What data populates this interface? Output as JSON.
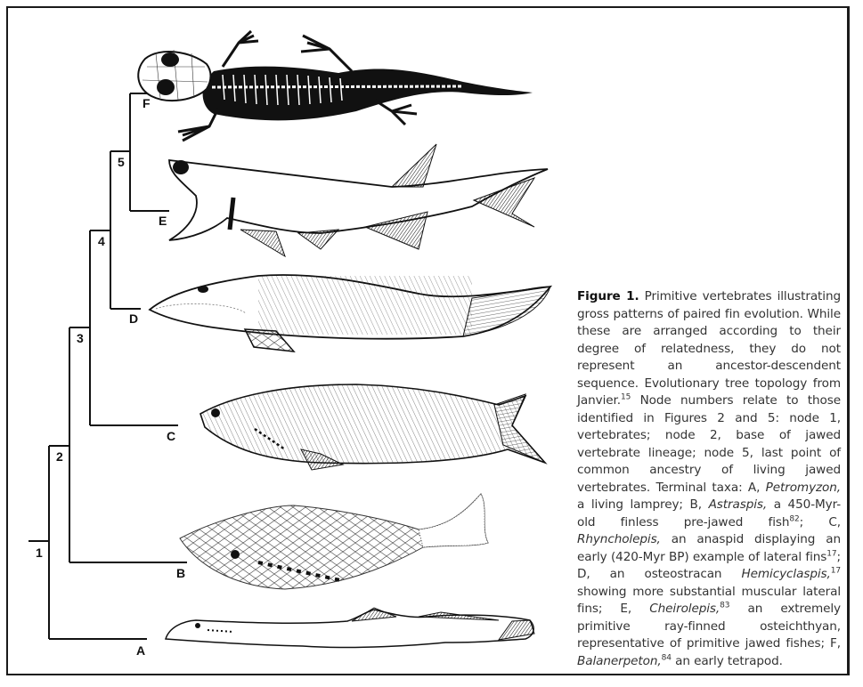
{
  "figure": {
    "label": "Figure 1.",
    "caption_parts": [
      {
        "t": "text",
        "v": " Primitive vertebrates illustrating gross patterns of paired fin evolution. While these are arranged according to their degree of relatedness, they do not represent an ancestor-descendent sequence. Evolutionary tree topology from Janvier."
      },
      {
        "t": "sup",
        "v": "15"
      },
      {
        "t": "text",
        "v": " Node numbers relate to those identified in Figures 2 and 5: node 1, vertebrates; node 2, base of jawed vertebrate lineage; node 5, last point of common ancestry of living jawed vertebrates. Terminal taxa: A, "
      },
      {
        "t": "i",
        "v": "Petromyzon,"
      },
      {
        "t": "text",
        "v": " a living lamprey; B, "
      },
      {
        "t": "i",
        "v": "Astraspis,"
      },
      {
        "t": "text",
        "v": " a 450-Myr-old finless pre-jawed fish"
      },
      {
        "t": "sup",
        "v": "82"
      },
      {
        "t": "text",
        "v": "; C, "
      },
      {
        "t": "i",
        "v": "Rhyncholepis,"
      },
      {
        "t": "text",
        "v": " an anaspid displaying an early (420-Myr BP) example of lateral fins"
      },
      {
        "t": "sup",
        "v": "17"
      },
      {
        "t": "text",
        "v": "; D, an osteostracan "
      },
      {
        "t": "i",
        "v": "Hemicyclaspis,"
      },
      {
        "t": "sup",
        "v": "17"
      },
      {
        "t": "text",
        "v": " showing more substantial muscular lateral fins; E, "
      },
      {
        "t": "i",
        "v": "Cheirolepis,"
      },
      {
        "t": "sup",
        "v": "83"
      },
      {
        "t": "text",
        "v": " an extremely primitive ray-finned osteichthyan, representative of primitive jawed fishes; F, "
      },
      {
        "t": "i",
        "v": "Balanerpeton,"
      },
      {
        "t": "sup",
        "v": "84"
      },
      {
        "t": "text",
        "v": " an early tetrapod."
      }
    ]
  },
  "tree": {
    "nodes": [
      {
        "id": "1",
        "label": "1"
      },
      {
        "id": "2",
        "label": "2"
      },
      {
        "id": "3",
        "label": "3"
      },
      {
        "id": "4",
        "label": "4"
      },
      {
        "id": "5",
        "label": "5"
      }
    ],
    "taxa": [
      {
        "id": "A",
        "label": "A",
        "name": "Petromyzon"
      },
      {
        "id": "B",
        "label": "B",
        "name": "Astraspis"
      },
      {
        "id": "C",
        "label": "C",
        "name": "Rhyncholepis"
      },
      {
        "id": "D",
        "label": "D",
        "name": "Hemicyclaspis"
      },
      {
        "id": "E",
        "label": "E",
        "name": "Cheirolepis"
      },
      {
        "id": "F",
        "label": "F",
        "name": "Balanerpeton"
      }
    ]
  },
  "colors": {
    "ink": "#111111",
    "caption_text": "#333333",
    "frame": "#1a1a1a",
    "background": "#ffffff"
  }
}
